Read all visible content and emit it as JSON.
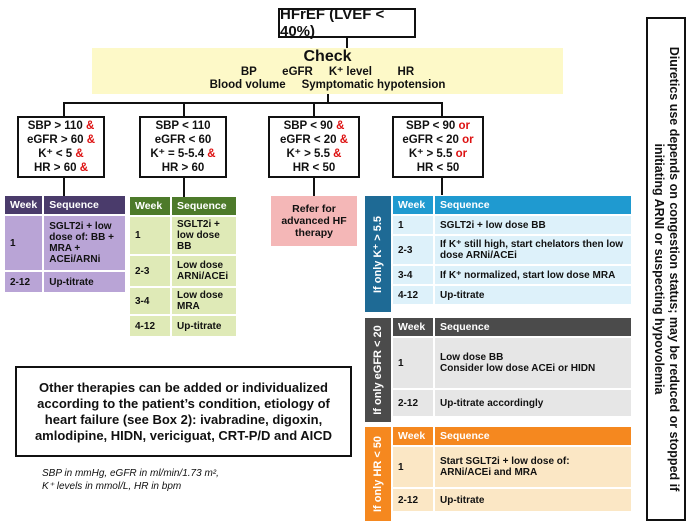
{
  "title": "HFrEF (LVEF < 40%)",
  "check": {
    "heading": "Check",
    "line1": "BP        eGFR     K⁺ level        HR",
    "line2": "Blood volume     Symptomatic hypotension"
  },
  "criteria": [
    {
      "rows": [
        [
          "SBP > 110 ",
          "&"
        ],
        [
          "eGFR > 60 ",
          "&"
        ],
        [
          "K⁺ < 5 ",
          "&"
        ],
        [
          "HR > 60 ",
          "&"
        ]
      ]
    },
    {
      "rows": [
        [
          "SBP < 110",
          ""
        ],
        [
          "eGFR < 60",
          ""
        ],
        [
          "K⁺ = 5-5.4 ",
          "&"
        ],
        [
          "HR > 60",
          ""
        ]
      ]
    },
    {
      "rows": [
        [
          "SBP < 90 ",
          "&"
        ],
        [
          "eGFR < 20 ",
          "&"
        ],
        [
          "K⁺ > 5.5 ",
          "&"
        ],
        [
          "HR < 50",
          ""
        ]
      ]
    },
    {
      "rows": [
        [
          "SBP < 90 ",
          "or"
        ],
        [
          "eGFR < 20 ",
          "or"
        ],
        [
          "K⁺ > 5.5  ",
          "or"
        ],
        [
          "HR < 50",
          ""
        ]
      ]
    }
  ],
  "table_headers": {
    "week": "Week",
    "sequence": "Sequence"
  },
  "table1": [
    {
      "week": "1",
      "seq": "SGLT2i + low dose of: BB + MRA + ACEi/ARNi"
    },
    {
      "week": "2-12",
      "seq": "Up-titrate"
    }
  ],
  "table2": [
    {
      "week": "1",
      "seq": "SGLT2i + low dose BB"
    },
    {
      "week": "2-3",
      "seq": "Low dose ARNi/ACEi"
    },
    {
      "week": "3-4",
      "seq": "Low dose MRA"
    },
    {
      "week": "4-12",
      "seq": "Up-titrate"
    }
  ],
  "refer": "Refer for advanced HF therapy",
  "band3": "If only K⁺ > 5.5",
  "table3": [
    {
      "week": "1",
      "seq": "SGLT2i + low dose BB"
    },
    {
      "week": "2-3",
      "seq": "If K⁺ still high, start chelators then low dose ARNi/ACEi"
    },
    {
      "week": "3-4",
      "seq": "If K⁺ normalized, start low dose MRA"
    },
    {
      "week": "4-12",
      "seq": "Up-titrate"
    }
  ],
  "band4": "If only eGFR < 20",
  "table4": [
    {
      "week": "1",
      "seq": "Low dose BB\nConsider low dose ACEi or HIDN"
    },
    {
      "week": "2-12",
      "seq": "Up-titrate accordingly"
    }
  ],
  "band5": "If only HR < 50",
  "table5": [
    {
      "week": "1",
      "seq": "Start SGLT2i + low dose of:\nARNi/ACEi and MRA"
    },
    {
      "week": "2-12",
      "seq": "Up-titrate"
    }
  ],
  "note": "Other therapies can be added or individualized according to the patient’s condition, etiology of heart failure (see Box 2): ivabradine, digoxin, amlodipine, HIDN, vericiguat, CRT-P/D and AICD",
  "footnote1": "SBP in mmHg, eGFR in ml/min/1.73 m²,",
  "footnote2": "K⁺ levels in mmol/L, HR in bpm",
  "side_note": "Diuretics use depends on congestion status; may be reduced or stopped if initiating ARNI or suspecting hypovolemia"
}
